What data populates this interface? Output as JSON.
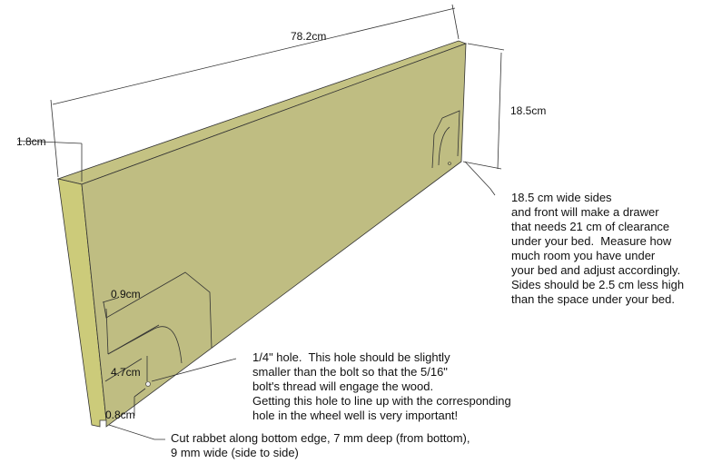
{
  "dimensions": {
    "length": "78.2cm",
    "height": "18.5cm",
    "thickness": "1.8cm",
    "slot_offset": "0.9cm",
    "hole_height": "4.7cm",
    "rabbet_height": "0.8cm"
  },
  "notes": {
    "sides": "18.5 cm wide sides\nand front will make a drawer\nthat needs 21 cm of clearance\nunder your bed.  Measure how\nmuch room you have under\nyour bed and adjust accordingly.\nSides should be 2.5 cm less high\nthan the space under your bed.",
    "hole": "1/4\" hole.  This hole should be slightly\nsmaller than the bolt so that the 5/16\"\nbolt's thread will engage the wood.\nGetting this hole to line up with the corresponding\nhole in the wheel well is very important!",
    "rabbet": "Cut rabbet along bottom edge, 7 mm deep (from bottom),\n9 mm wide (side to side)"
  },
  "colors": {
    "face": "#bfbd82",
    "end": "#cccb7a",
    "top": "#c4c283"
  }
}
